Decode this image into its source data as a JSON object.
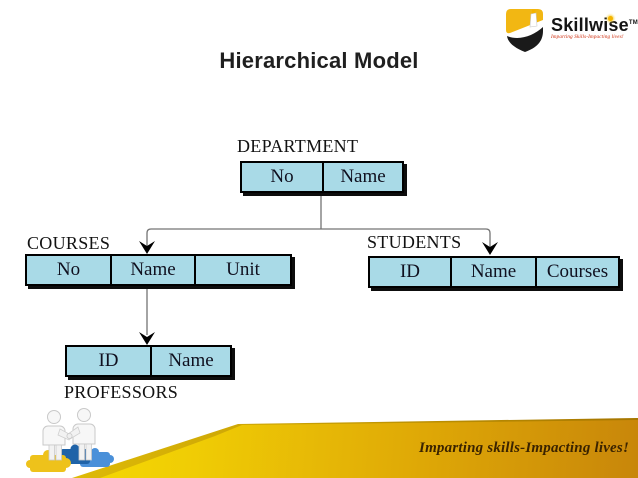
{
  "title": "Hierarchical Model",
  "logo": {
    "brand": "Skillwise",
    "trademark": "TM",
    "tagline": "Imparting Skills-Impacting lives!"
  },
  "footer": {
    "tagline": "Imparting skills-Impacting lives!"
  },
  "diagram": {
    "tables": [
      {
        "id": "department",
        "label": "DEPARTMENT",
        "label_position": "above",
        "columns": [
          "No",
          "Name"
        ]
      },
      {
        "id": "courses",
        "label": "COURSES",
        "label_position": "above",
        "columns": [
          "No",
          "Name",
          "Unit"
        ]
      },
      {
        "id": "students",
        "label": "STUDENTS",
        "label_position": "above",
        "columns": [
          "ID",
          "Name",
          "Courses"
        ]
      },
      {
        "id": "professors",
        "label": "PROFESSORS",
        "label_position": "below",
        "columns": [
          "ID",
          "Name"
        ]
      }
    ],
    "relations": [
      {
        "from": "department",
        "to": "courses"
      },
      {
        "from": "department",
        "to": "students"
      },
      {
        "from": "courses",
        "to": "professors"
      }
    ],
    "colors": {
      "cell_bg": "#a9dae7",
      "cell_border": "#000000",
      "connector": "#737373",
      "arrow": "#000000"
    }
  },
  "branding_colors": {
    "banner_yellow": "#f8e000",
    "banner_amber": "#c8860a",
    "banner_text": "#3a2300",
    "logo_yellow": "#f2b713",
    "logo_black": "#1a1a1a",
    "logo_tagline_red": "#cc2200"
  }
}
